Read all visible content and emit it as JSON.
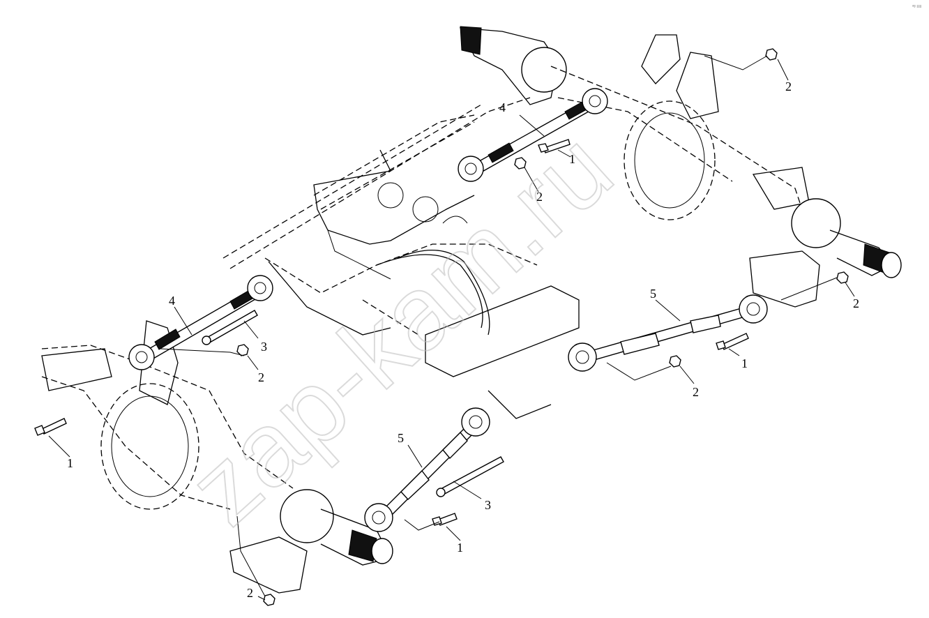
{
  "watermark": "zap-kam.ru",
  "corner_mark": "ᵒᵍ ≡≡",
  "callouts": [
    {
      "id": "c1",
      "label": "2"
    },
    {
      "id": "c2",
      "label": "4"
    },
    {
      "id": "c3",
      "label": "1"
    },
    {
      "id": "c4",
      "label": "2"
    },
    {
      "id": "c5",
      "label": "4"
    },
    {
      "id": "c6",
      "label": "3"
    },
    {
      "id": "c7",
      "label": "2"
    },
    {
      "id": "c8",
      "label": "1"
    },
    {
      "id": "c9",
      "label": "5"
    },
    {
      "id": "c10",
      "label": "2"
    },
    {
      "id": "c11",
      "label": "1"
    },
    {
      "id": "c12",
      "label": "2"
    },
    {
      "id": "c13",
      "label": "5"
    },
    {
      "id": "c14",
      "label": "3"
    },
    {
      "id": "c15",
      "label": "1"
    },
    {
      "id": "c16",
      "label": "2"
    }
  ]
}
